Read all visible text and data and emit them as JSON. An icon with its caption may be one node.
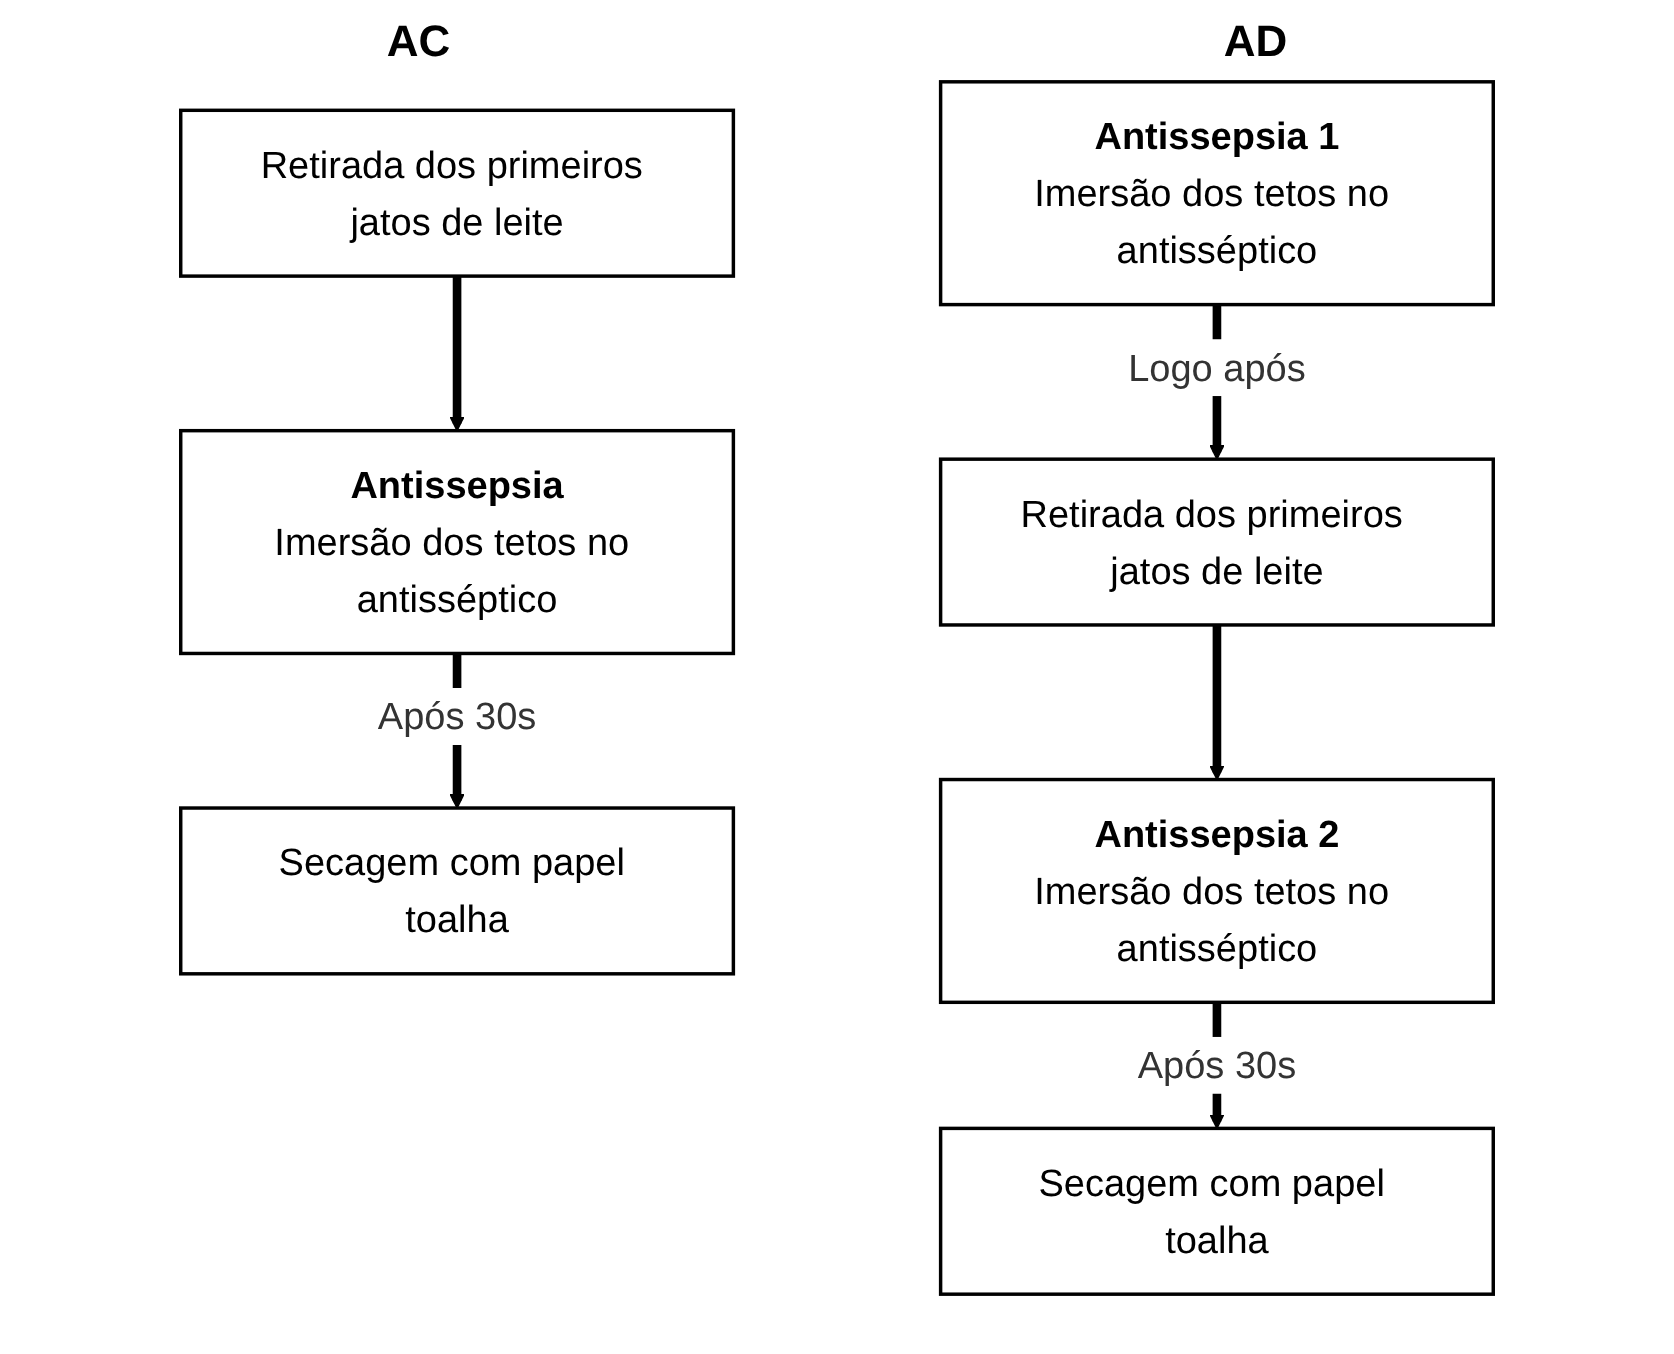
{
  "diagram": {
    "nodes": [
      {
        "text": [
          "Retirada dos primeiros jatos de leite"
        ]
      },
      {
        "text": [
          "Antissepsia",
          "Imersão dos tetos no antisséptico"
        ]
      },
      {
        "text": [
          "Secagem com papel toalha"
        ]
      },
      {
        "text": [
          "Antissepsia 1",
          "Imersão dos tetos no antisséptico"
        ]
      },
      {
        "text": [
          "Retirada dos primeiros jatos de leite"
        ]
      },
      {
        "text": [
          "Antissepsia 2",
          "Imersão dos tetos no antisséptico"
        ]
      },
      {
        "text": [
          "Secagem com papel toalha"
        ]
      }
    ],
    "edges": [
      {
        "from": 0,
        "to": 1,
        "arrow": "to"
      },
      {
        "from": 1,
        "to": 2,
        "arrow": "to",
        "label": "Após 30s"
      },
      {
        "from": 3,
        "to": 4,
        "arrow": "to",
        "label": "Logo após"
      },
      {
        "from": 4,
        "to": 5,
        "arrow": "to"
      },
      {
        "from": 5,
        "to": 6,
        "arrow": "to",
        "label": "Após 30s"
      }
    ],
    "labels": [
      "AC",
      "AD"
    ]
  }
}
